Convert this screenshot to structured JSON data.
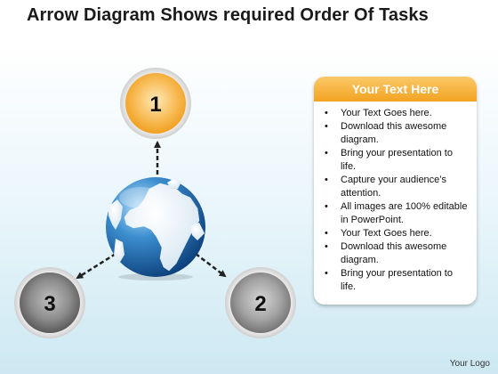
{
  "title": "Arrow Diagram Shows required Order Of Tasks",
  "nodes": {
    "top": {
      "label": "1"
    },
    "bottom_right": {
      "label": "2"
    },
    "bottom_left": {
      "label": "3"
    }
  },
  "colors": {
    "orange_node": "#f5a623",
    "gray_node": "#8a8a8a",
    "globe": "#1f6fb2",
    "panel_header": "#f2a320"
  },
  "panel": {
    "header": "Your Text Here",
    "items": [
      "Your Text Goes here.",
      "Download this awesome diagram.",
      "Bring your presentation to life.",
      "Capture your audience’s attention.",
      "All images are 100% editable in PowerPoint.",
      "Your Text Goes here.",
      "Download this awesome diagram.",
      "Bring your presentation to life."
    ]
  },
  "logo": "Your Logo"
}
